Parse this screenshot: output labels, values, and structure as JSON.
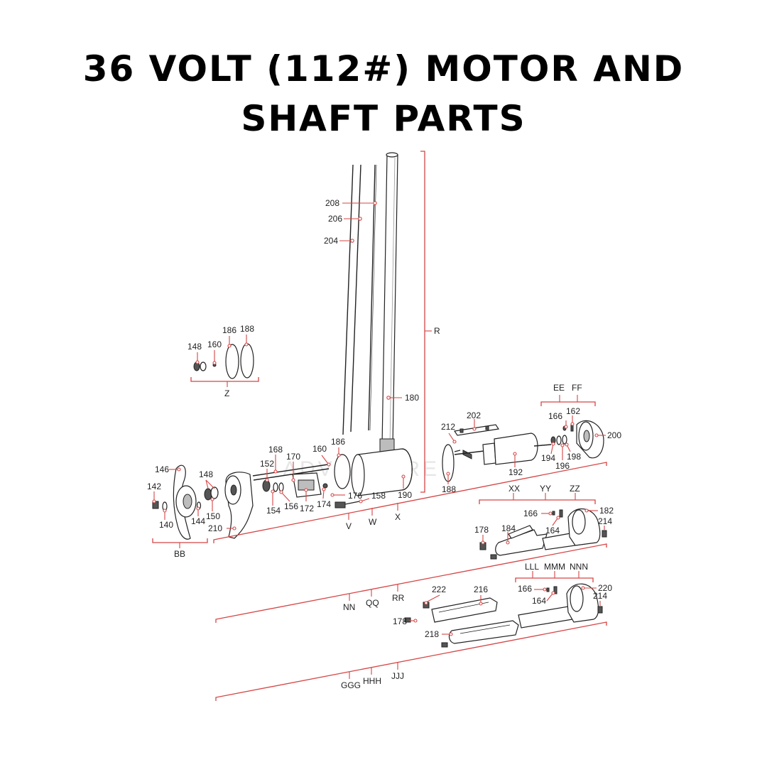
{
  "title": {
    "line1": "36 VOLT (112#) MOTOR AND",
    "line2": "SHAFT PARTS"
  },
  "watermark": "ADVENTURE",
  "part_labels": {
    "p208": "208",
    "p206": "206",
    "p204": "204",
    "p180": "180",
    "pR": "R",
    "p186a": "186",
    "p188a": "188",
    "p148a": "148",
    "p160a": "160",
    "pZ": "Z",
    "p146": "146",
    "p142": "142",
    "p140": "140",
    "p144": "144",
    "p148b": "148",
    "p150": "150",
    "p210": "210",
    "pBB": "BB",
    "p168": "168",
    "p170": "170",
    "p152": "152",
    "p154": "154",
    "p156": "156",
    "p172": "172",
    "p174": "174",
    "p176": "176",
    "p158": "158",
    "p160b": "160",
    "p186b": "186",
    "p190": "190",
    "pV": "V",
    "pW": "W",
    "pX": "X",
    "p212": "212",
    "p202": "202",
    "p192": "192",
    "p188b": "188",
    "pEE": "EE",
    "pFF": "FF",
    "p166a": "166",
    "p162": "162",
    "p200": "200",
    "p194": "194",
    "p196": "196",
    "p198": "198",
    "pXX": "XX",
    "pYY": "YY",
    "pZZ": "ZZ",
    "p166b": "166",
    "p182": "182",
    "p164a": "164",
    "p214a": "214",
    "p178a": "178",
    "p184": "184",
    "pNN": "NN",
    "pQQ": "QQ",
    "pRR": "RR",
    "p222": "222",
    "p216": "216",
    "pLLL": "LLL",
    "pMMM": "MMM",
    "pNNN": "NNN",
    "p166c": "166",
    "p164b": "164",
    "p220": "220",
    "p214b": "214",
    "p178b": "178",
    "p218": "218",
    "pGGG": "GGG",
    "pHHH": "HHH",
    "pJJJ": "JJJ"
  },
  "colors": {
    "leader": "#d64545",
    "ink": "#222222"
  }
}
